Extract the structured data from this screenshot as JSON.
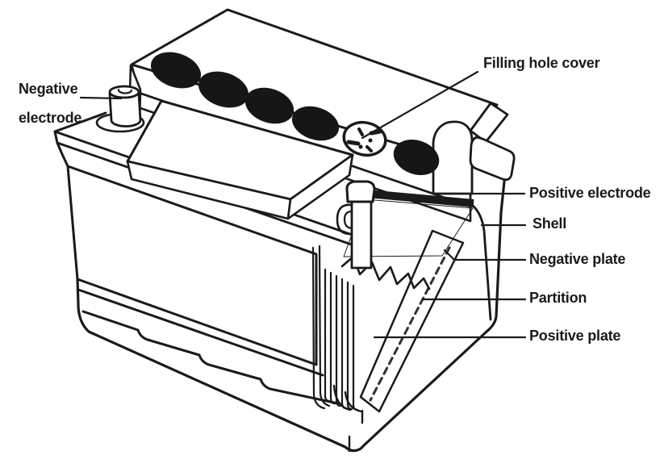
{
  "figure": {
    "subject": "battery-cutaway-diagram",
    "labels": {
      "negative_electrode": "Negative electrode",
      "filling_hole_cover": "Filling hole cover",
      "positive_electrode": "Positive electrode",
      "shell": "Shell",
      "negative_plate": "Negative plate",
      "partition": "Partition",
      "positive_plate": "Positive plate"
    },
    "colors": {
      "ink": "#1a1a1a",
      "paper": "#ffffff",
      "cap_fill": "#161616",
      "plate_band_fill": "#4a4a4a"
    },
    "cell_cap_count": 6
  }
}
